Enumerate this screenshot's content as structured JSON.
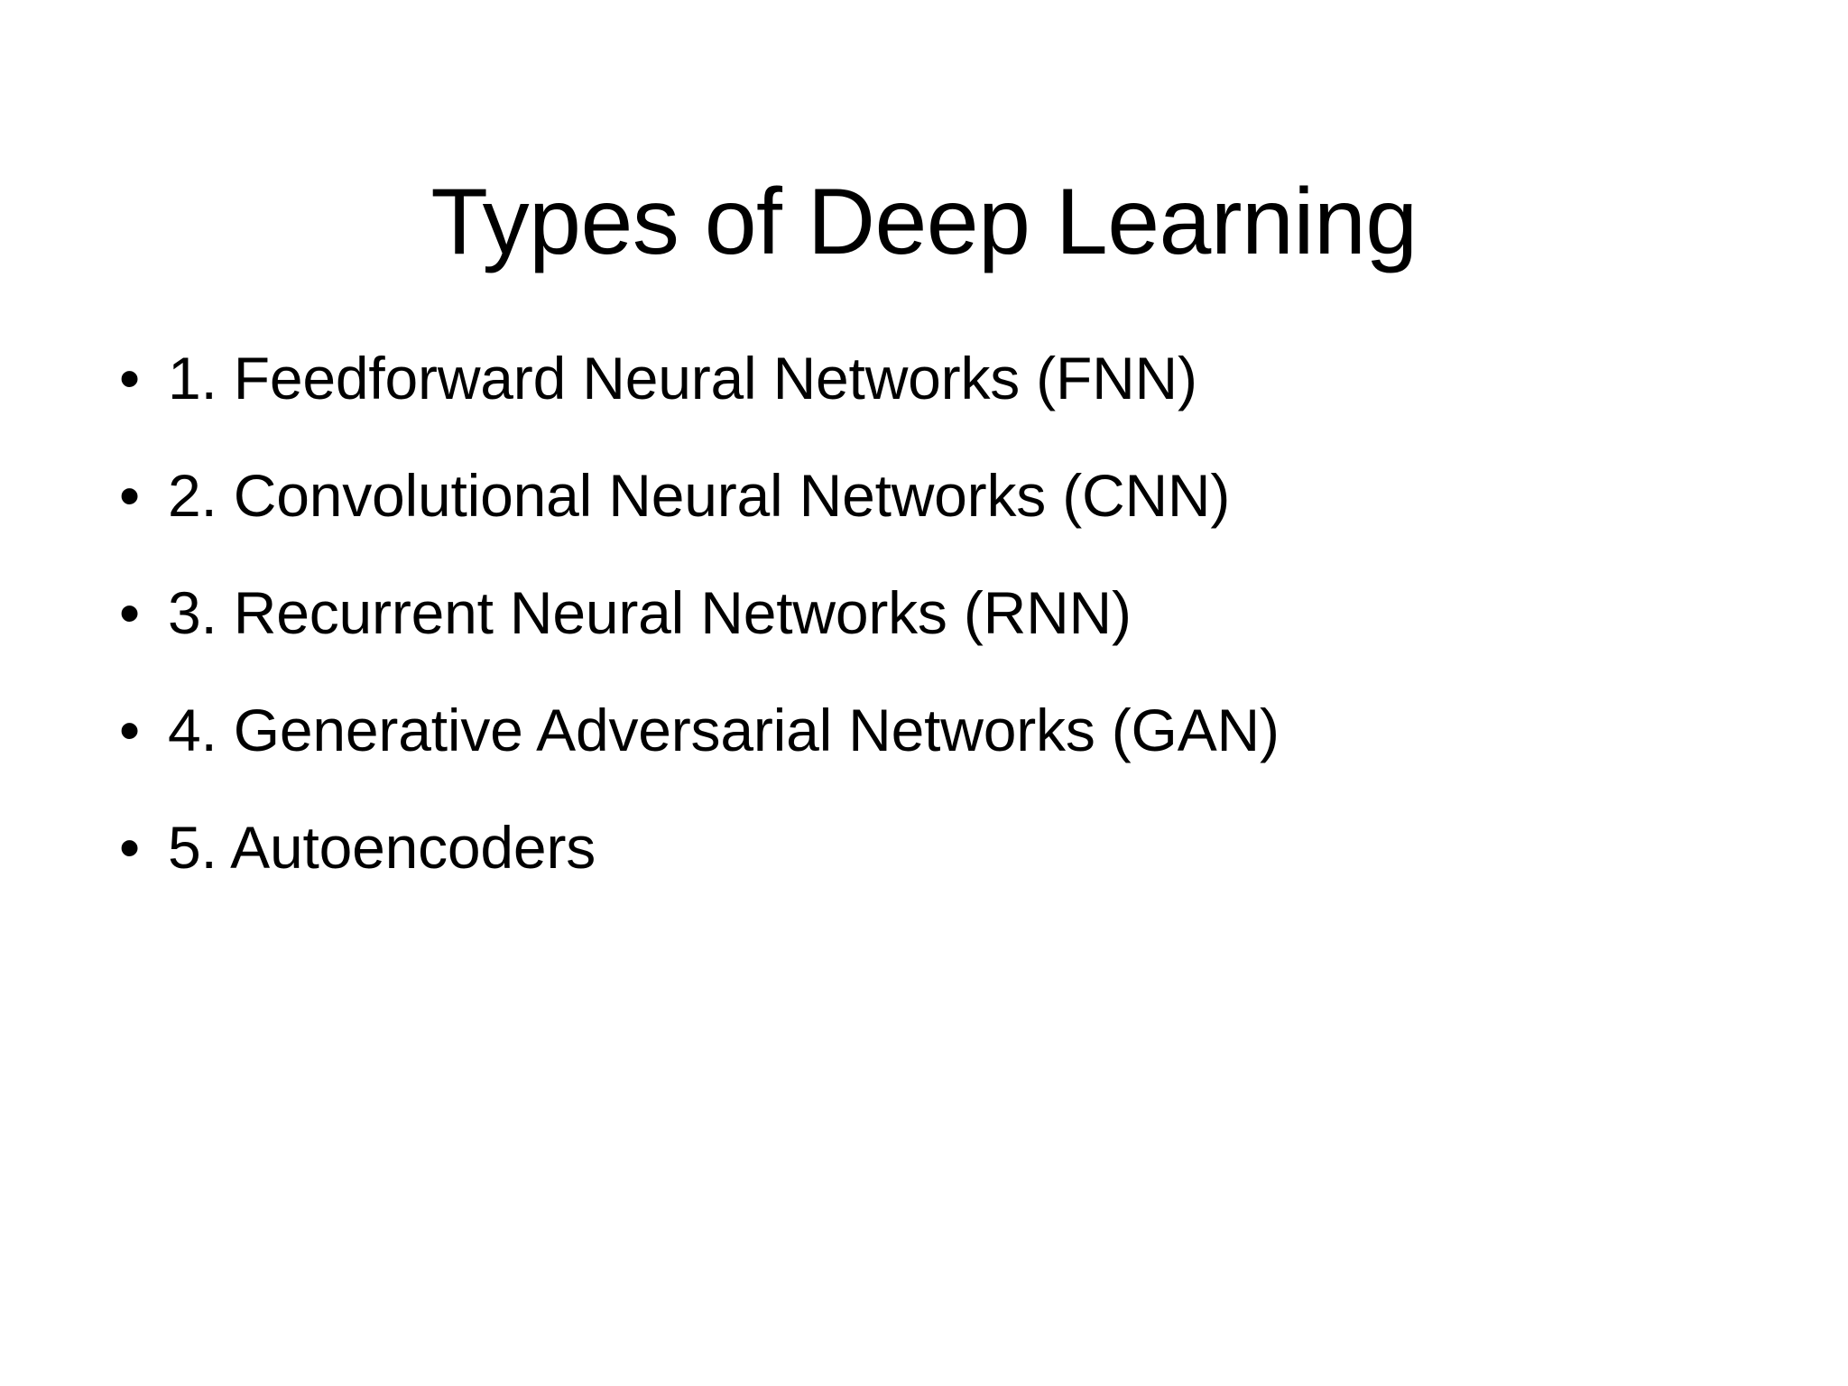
{
  "slide": {
    "background_color": "#ffffff",
    "text_color": "#000000",
    "title": "Types of Deep Learning",
    "bullet_glyph": "•",
    "bullets": [
      {
        "marker": "•",
        "text": "1. Feedforward Neural Networks (FNN)"
      },
      {
        "marker": "•",
        "text": "2. Convolutional Neural Networks (CNN)"
      },
      {
        "marker": "•",
        "text": "3. Recurrent Neural Networks (RNN)"
      },
      {
        "marker": "•",
        "text": "4. Generative Adversarial Networks (GAN)"
      },
      {
        "marker": "•",
        "text": "5. Autoencoders"
      }
    ]
  }
}
